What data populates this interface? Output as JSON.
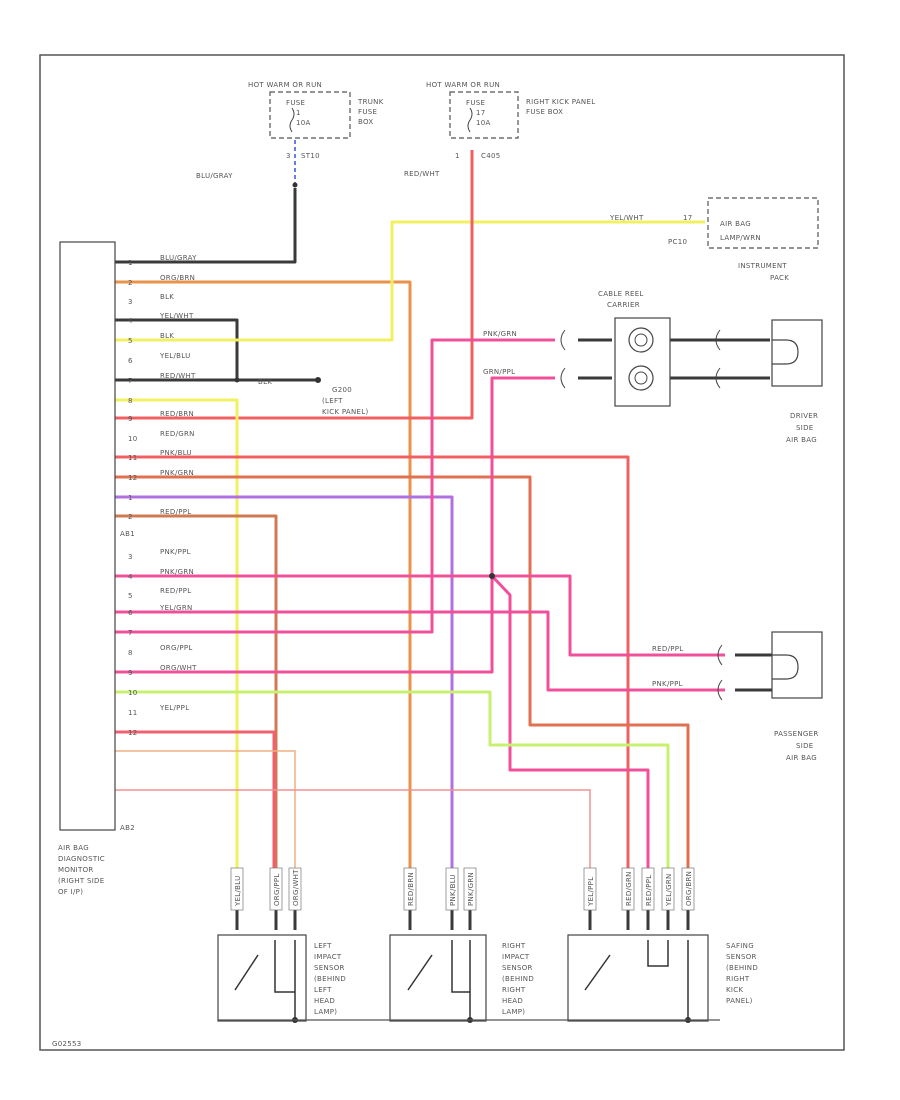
{
  "colors": {
    "dark": "#3a3a3a",
    "orange": "#e8924a",
    "yellow": "#f0f060",
    "red": "#f06060",
    "pink": "#f0509a",
    "violet": "#b070e0",
    "brown": "#d07a50",
    "yelgrn": "#c8f070",
    "ltorange": "#f0b080",
    "salmon": "#f09090"
  },
  "fuse_trunk": {
    "box_name": "HOT WARM OR RUN",
    "fuse": "FUSE",
    "num": "1",
    "amps": "10A",
    "location": [
      "TRUNK",
      "FUSE",
      "BOX"
    ],
    "pin": "3",
    "connector": "ST10",
    "wire": "BLU/GRAY"
  },
  "fuse_kick": {
    "box_name": "HOT WARM OR RUN",
    "fuse": "FUSE",
    "num": "17",
    "amps": "10A",
    "location": [
      "RIGHT KICK PANEL",
      "FUSE BOX"
    ],
    "pin": "1",
    "connector": "C405",
    "wire": "RED/WHT"
  },
  "instrument_pack": {
    "wire": "YEL/WHT",
    "pin": "17",
    "connector": "PC10",
    "lamp": [
      "AIR BAG",
      "LAMP/WRN"
    ],
    "label": [
      "INSTRUMENT",
      "PACK"
    ]
  },
  "cable_reel": {
    "label": [
      "CABLE REEL",
      "CARRIER"
    ]
  },
  "driver_airbag": {
    "label": [
      "DRIVER",
      "SIDE",
      "AIR BAG"
    ],
    "wire_top": "PNK/GRN",
    "wire_bot": "GRN/PPL"
  },
  "passenger_airbag": {
    "label": [
      "PASSENGER",
      "SIDE",
      "AIR BAG"
    ],
    "wire_top": "RED/PPL",
    "wire_bot": "PNK/PPL"
  },
  "ground": {
    "wire": "BLK",
    "connector": "G200",
    "label": [
      "(LEFT",
      "KICK PANEL)"
    ]
  },
  "module": {
    "label": [
      "AIR BAG",
      "DIAGNOSTIC",
      "MONITOR",
      "(RIGHT SIDE",
      "OF I/P)"
    ],
    "connector_top": "AB1",
    "connector_bot": "AB2",
    "pins": [
      {
        "num": "1",
        "wire": "BLU/GRAY"
      },
      {
        "num": "2",
        "wire": "ORG/BRN"
      },
      {
        "num": "3",
        "wire": "BLK"
      },
      {
        "num": "4",
        "wire": "YEL/WHT"
      },
      {
        "num": "5",
        "wire": "BLK"
      },
      {
        "num": "6",
        "wire": "YEL/BLU"
      },
      {
        "num": "7",
        "wire": "RED/WHT"
      },
      {
        "num": "8",
        "wire": ""
      },
      {
        "num": "9",
        "wire": "RED/BRN"
      },
      {
        "num": "10",
        "wire": "RED/GRN"
      },
      {
        "num": "11",
        "wire": "PNK/BLU"
      },
      {
        "num": "12",
        "wire": "PNK/GRN"
      },
      {
        "num": "1",
        "wire": ""
      },
      {
        "num": "2",
        "wire": "RED/PPL"
      },
      {
        "num": "3",
        "wire": "PNK/PPL"
      },
      {
        "num": "4",
        "wire": "PNK/GRN"
      },
      {
        "num": "5",
        "wire": "RED/PPL"
      },
      {
        "num": "6",
        "wire": "YEL/GRN"
      },
      {
        "num": "7",
        "wire": ""
      },
      {
        "num": "8",
        "wire": "ORG/PPL"
      },
      {
        "num": "9",
        "wire": "ORG/WHT"
      },
      {
        "num": "10",
        "wire": ""
      },
      {
        "num": "11",
        "wire": "YEL/PPL"
      },
      {
        "num": "12",
        "wire": ""
      }
    ]
  },
  "sensors": {
    "left": {
      "label": [
        "LEFT",
        "IMPACT",
        "SENSOR",
        "(BEHIND",
        "LEFT",
        "HEAD",
        "LAMP)"
      ],
      "wires": [
        "YEL/BLU",
        "ORG/PPL",
        "ORG/WHT"
      ]
    },
    "right": {
      "label": [
        "RIGHT",
        "IMPACT",
        "SENSOR",
        "(BEHIND",
        "RIGHT",
        "HEAD",
        "LAMP)"
      ],
      "wires": [
        "RED/BRN",
        "PNK/BLU",
        "PNK/GRN"
      ]
    },
    "safing": {
      "label": [
        "SAFING",
        "SENSOR",
        "(BEHIND",
        "RIGHT",
        "KICK",
        "PANEL)"
      ],
      "wires": [
        "YEL/PPL",
        "RED/GRN",
        "RED/PPL",
        "YEL/GRN",
        "ORG/BRN"
      ]
    }
  },
  "footer_code": "G02553"
}
